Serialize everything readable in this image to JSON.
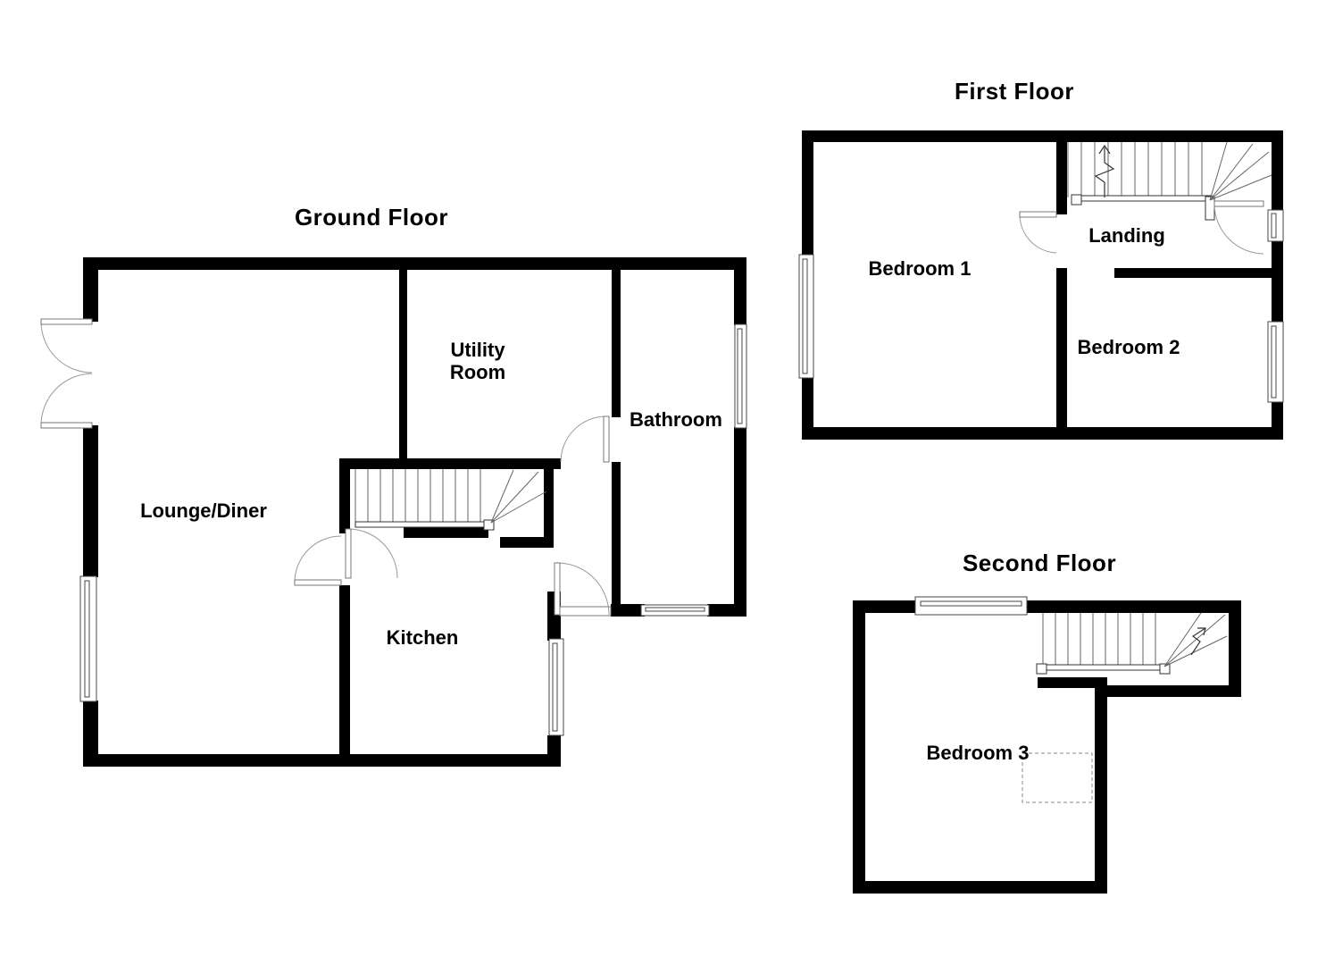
{
  "page": {
    "background_color": "#ffffff",
    "wall_color": "#000000",
    "arc_color": "#9a9a9a",
    "tread_color": "#666666"
  },
  "floors": {
    "ground": {
      "title": "Ground Floor",
      "rooms": {
        "lounge": "Lounge/Diner",
        "kitchen": "Kitchen",
        "utility": "Utility Room",
        "bathroom": "Bathroom"
      }
    },
    "first": {
      "title": "First Floor",
      "rooms": {
        "bedroom1": "Bedroom 1",
        "landing": "Landing",
        "bedroom2": "Bedroom 2"
      }
    },
    "second": {
      "title": "Second Floor",
      "rooms": {
        "bedroom3": "Bedroom 3"
      }
    }
  }
}
